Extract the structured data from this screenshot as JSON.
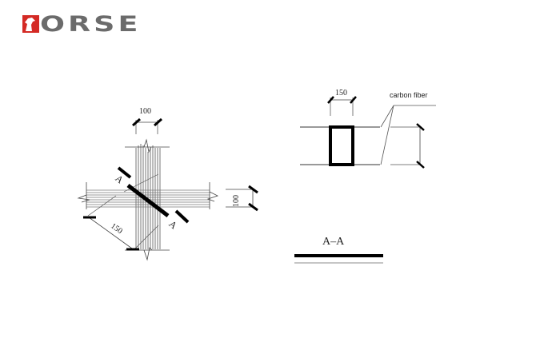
{
  "logo": {
    "text": "ORSE",
    "full_name": "HORSE",
    "accent_color": "#d42a25",
    "text_color": "#6b6b6b"
  },
  "left_view": {
    "dim_top": "100",
    "dim_right": "100",
    "dim_diagonal": "150",
    "section_mark_upper": "A",
    "section_mark_lower": "A"
  },
  "right_view": {
    "dim_top": "150",
    "callout": "carbon fiber"
  },
  "section_view": {
    "title": "A–A"
  }
}
